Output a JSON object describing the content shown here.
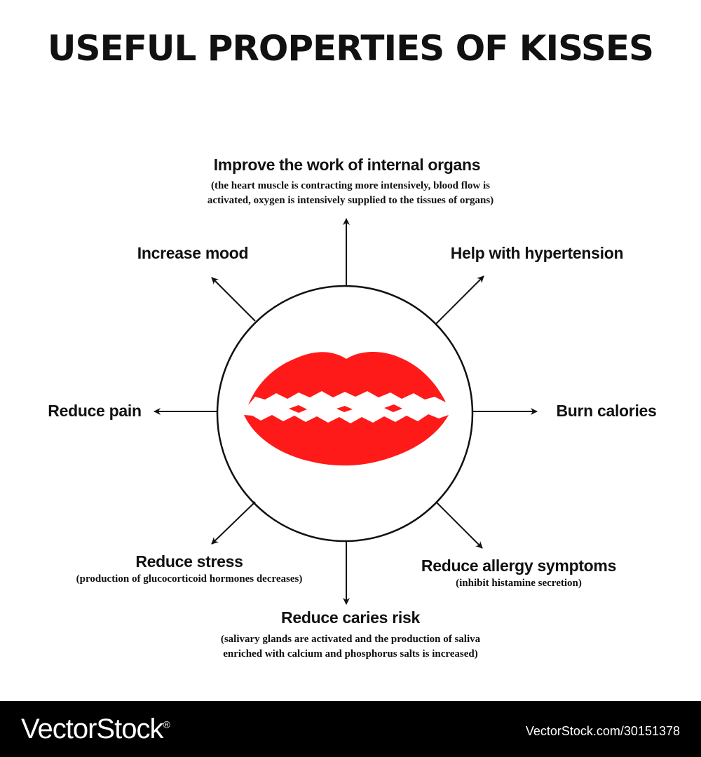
{
  "title": "USEFUL PROPERTIES OF KISSES",
  "colors": {
    "lips": "#ff1a1a",
    "lines": "#111111",
    "background": "#ffffff",
    "footer": "#000000"
  },
  "properties": {
    "internal_organs": {
      "label": "Improve the work of internal organs",
      "note_line1": "(the heart muscle is contracting more intensively, blood flow is",
      "note_line2": "activated, oxygen is intensively supplied to the tissues of organs)"
    },
    "mood": {
      "label": "Increase mood"
    },
    "hypertension": {
      "label": "Help with hypertension"
    },
    "pain": {
      "label": "Reduce pain"
    },
    "calories": {
      "label": "Burn calories"
    },
    "stress": {
      "label": "Reduce stress",
      "note_line1": "(production of glucocorticoid hormones decreases)"
    },
    "allergy": {
      "label": "Reduce allergy symptoms",
      "note_line1": "(inhibit histamine secretion)"
    },
    "caries": {
      "label": "Reduce caries risk",
      "note_line1": "(salivary glands are activated and the production of saliva",
      "note_line2": "enriched with calcium and phosphorus salts is increased)"
    }
  },
  "center_icon": "red-lips-icon",
  "watermark": {
    "logo": "VectorStock",
    "trademark": "®",
    "url": "VectorStock.com/30151378"
  }
}
